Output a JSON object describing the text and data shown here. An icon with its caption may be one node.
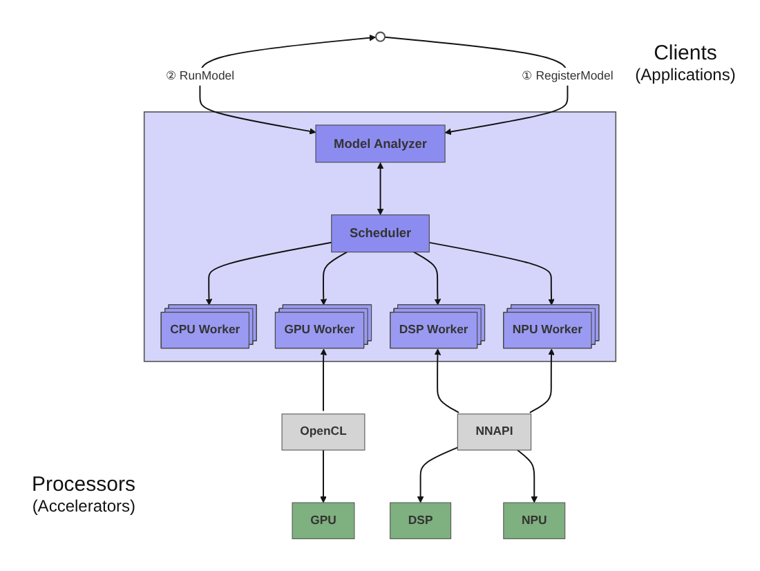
{
  "diagram": {
    "nodes": [
      {
        "text": [],
        "shape": "person",
        "beside": [
          "Clients",
          "(Applications)"
        ]
      },
      {
        "text": [],
        "shape": "box"
      },
      {
        "text": [
          "Model Analyzer"
        ],
        "in": 1
      },
      {
        "text": [
          "Scheduler"
        ],
        "in": 1
      },
      {
        "text": [
          "CPU Worker"
        ],
        "in": 1
      },
      {
        "text": [
          "GPU Worker"
        ],
        "in": 1
      },
      {
        "text": [
          "DSP Worker"
        ],
        "in": 1
      },
      {
        "text": [
          "NPU Worker"
        ],
        "in": 1
      },
      {
        "text": [
          "OpenCL"
        ]
      },
      {
        "text": [
          "NNAPI"
        ]
      },
      {
        "text": [
          "GPU"
        ]
      },
      {
        "text": [
          "DSP"
        ]
      },
      {
        "text": [
          "NPU"
        ]
      }
    ],
    "edges": [
      {
        "from": 0,
        "to": 2,
        "arrow": "both",
        "label": "② RunModel"
      },
      {
        "from": 0,
        "to": 2,
        "arrow": "to",
        "label": "① RegisterModel"
      },
      {
        "from": 2,
        "to": 3,
        "arrow": "both"
      },
      {
        "from": 3,
        "to": 4,
        "arrow": "to"
      },
      {
        "from": 3,
        "to": 5,
        "arrow": "to"
      },
      {
        "from": 3,
        "to": 6,
        "arrow": "to"
      },
      {
        "from": 3,
        "to": 7,
        "arrow": "to"
      },
      {
        "from": 8,
        "to": 5,
        "arrow": "to"
      },
      {
        "from": 9,
        "to": 6,
        "arrow": "to"
      },
      {
        "from": 9,
        "to": 7,
        "arrow": "to"
      },
      {
        "from": 8,
        "to": 10,
        "arrow": "to"
      },
      {
        "from": 9,
        "to": 11,
        "arrow": "to"
      },
      {
        "from": 9,
        "to": 12,
        "arrow": "to"
      }
    ],
    "labels": [
      "Processors",
      "(Accelerators)"
    ]
  }
}
